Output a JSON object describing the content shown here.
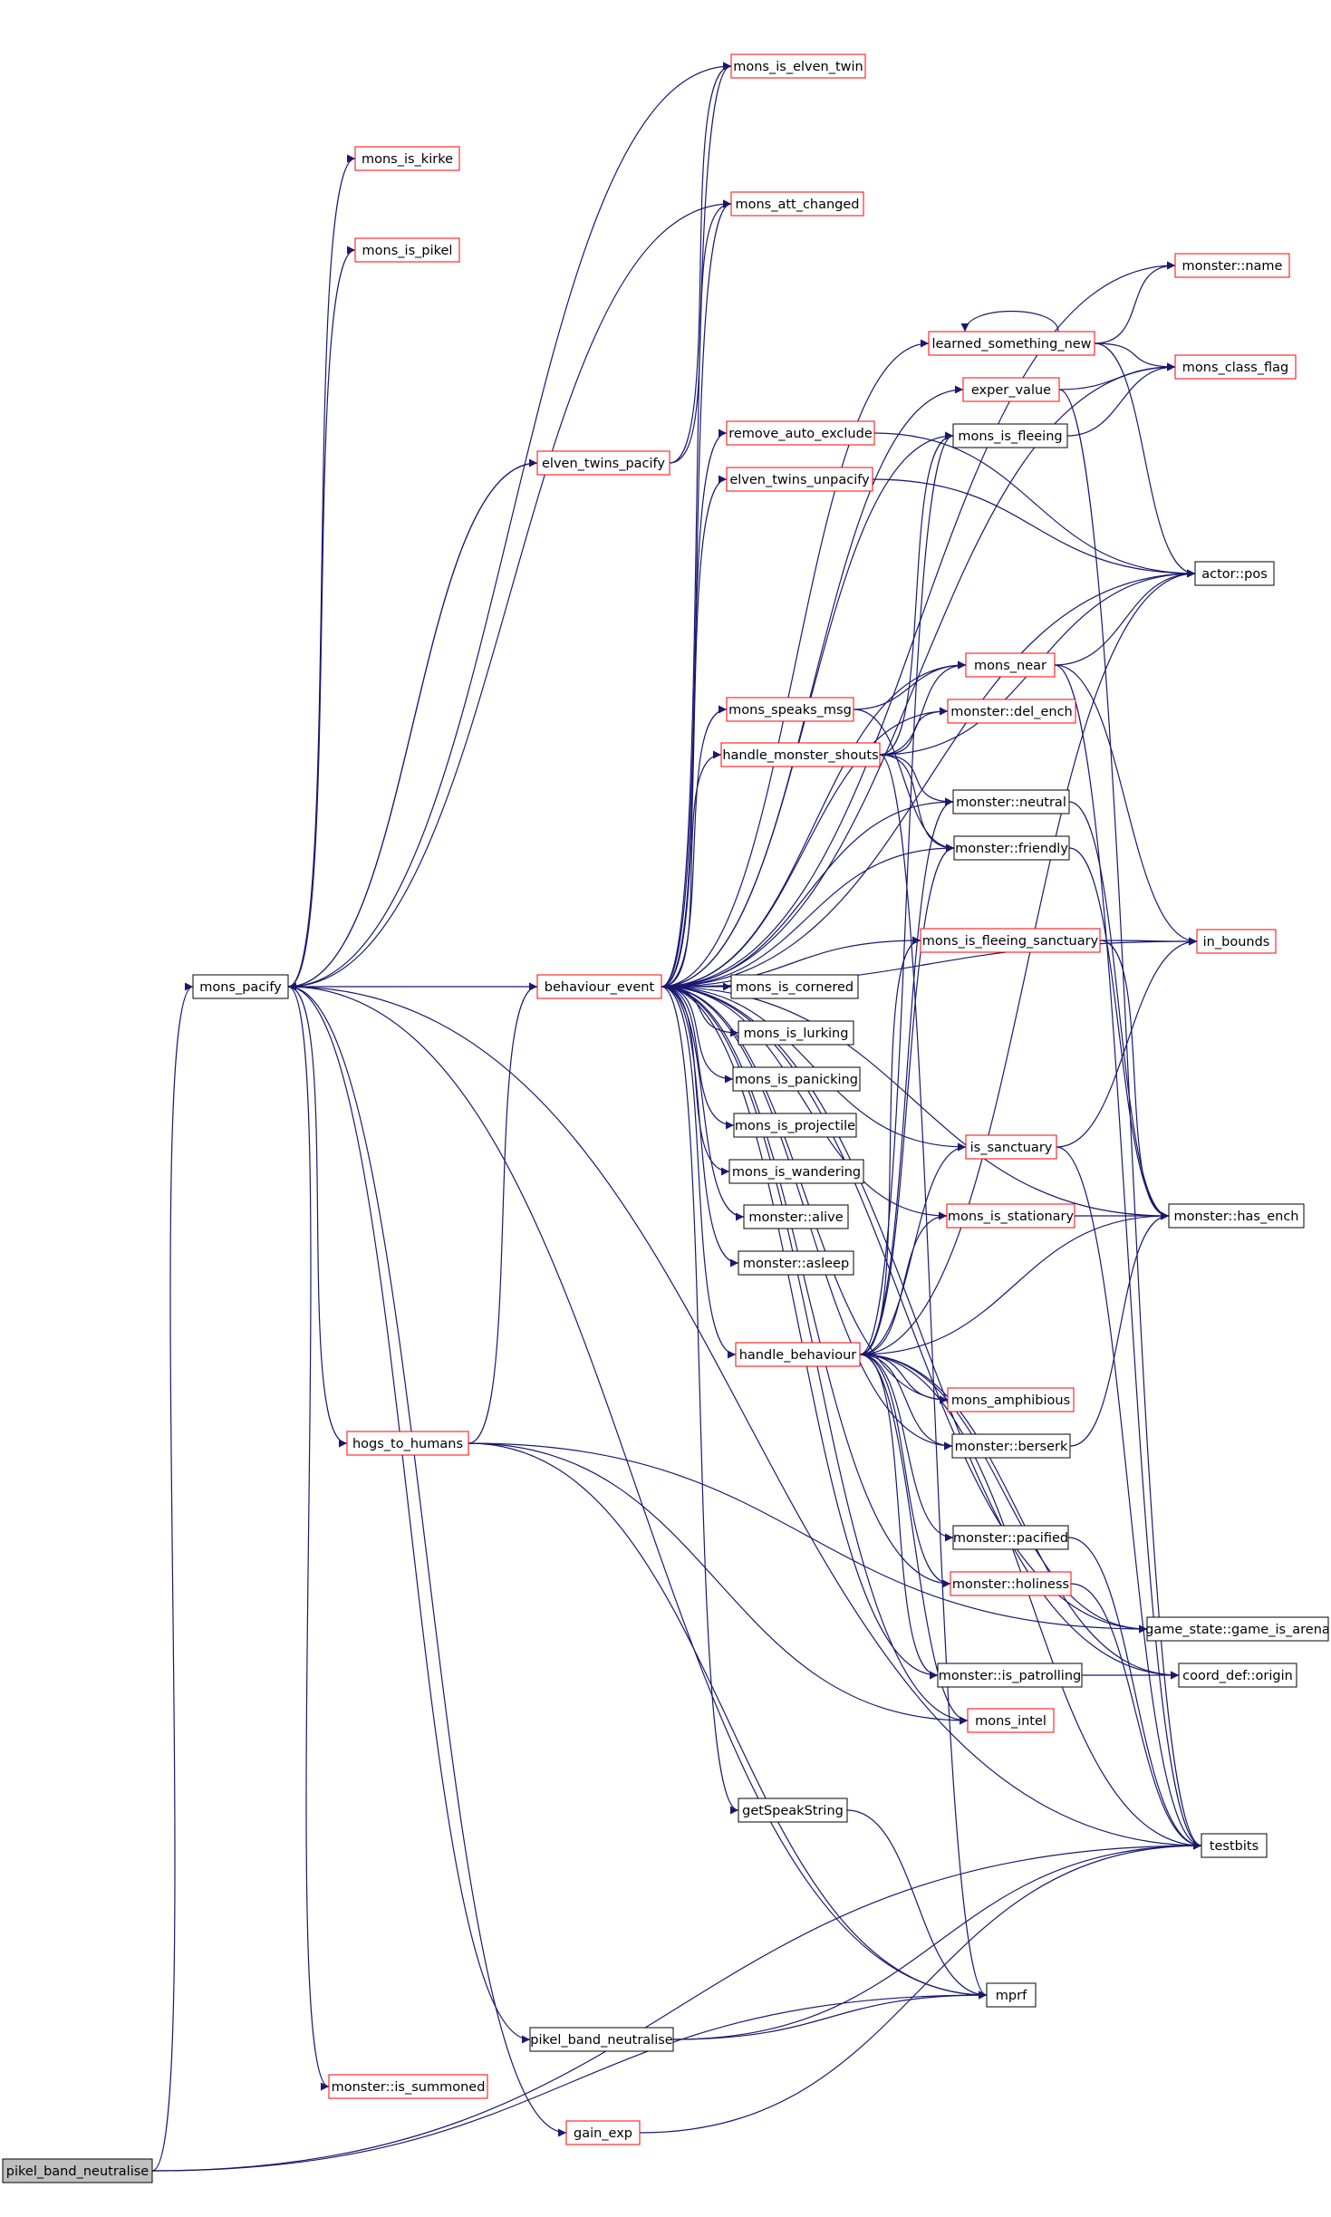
{
  "colors": {
    "edge": "#191970",
    "border_linked": "#ff0000",
    "border_plain": "#000000",
    "root_fill": "#bfbfbf",
    "text": "#000000"
  },
  "nodes": {
    "root": {
      "label": "pikel_band_neutralise",
      "border": "plain",
      "root": true
    },
    "mons_pacify": {
      "label": "mons_pacify",
      "border": "plain"
    },
    "mons_is_kirke": {
      "label": "mons_is_kirke",
      "border": "linked"
    },
    "mons_is_pikel": {
      "label": "mons_is_pikel",
      "border": "linked"
    },
    "elven_twins_pacify": {
      "label": "elven_twins_pacify",
      "border": "linked"
    },
    "behaviour_event": {
      "label": "behaviour_event",
      "border": "linked"
    },
    "hogs_to_humans": {
      "label": "hogs_to_humans",
      "border": "linked"
    },
    "pikel_band_neutralise2": {
      "label": "pikel_band_neutralise",
      "border": "plain"
    },
    "monster_is_summoned": {
      "label": "monster::is_summoned",
      "border": "linked"
    },
    "gain_exp": {
      "label": "gain_exp",
      "border": "linked"
    },
    "mons_is_elven_twin": {
      "label": "mons_is_elven_twin",
      "border": "linked"
    },
    "mons_att_changed": {
      "label": "mons_att_changed",
      "border": "linked"
    },
    "remove_auto_exclude": {
      "label": "remove_auto_exclude",
      "border": "linked"
    },
    "elven_twins_unpacify": {
      "label": "elven_twins_unpacify",
      "border": "linked"
    },
    "mons_speaks_msg": {
      "label": "mons_speaks_msg",
      "border": "linked"
    },
    "handle_monster_shouts": {
      "label": "handle_monster_shouts",
      "border": "linked"
    },
    "mons_is_cornered": {
      "label": "mons_is_cornered",
      "border": "plain"
    },
    "mons_is_lurking": {
      "label": "mons_is_lurking",
      "border": "plain"
    },
    "mons_is_panicking": {
      "label": "mons_is_panicking",
      "border": "plain"
    },
    "mons_is_projectile": {
      "label": "mons_is_projectile",
      "border": "plain"
    },
    "mons_is_wandering": {
      "label": "mons_is_wandering",
      "border": "plain"
    },
    "monster_alive": {
      "label": "monster::alive",
      "border": "plain"
    },
    "monster_asleep": {
      "label": "monster::asleep",
      "border": "plain"
    },
    "handle_behaviour": {
      "label": "handle_behaviour",
      "border": "linked"
    },
    "getSpeakString": {
      "label": "getSpeakString",
      "border": "plain"
    },
    "learned_something_new": {
      "label": "learned_something_new",
      "border": "linked"
    },
    "exper_value": {
      "label": "exper_value",
      "border": "linked"
    },
    "mons_is_fleeing": {
      "label": "mons_is_fleeing",
      "border": "plain"
    },
    "mons_near": {
      "label": "mons_near",
      "border": "linked"
    },
    "monster_del_ench": {
      "label": "monster::del_ench",
      "border": "linked"
    },
    "monster_neutral": {
      "label": "monster::neutral",
      "border": "plain"
    },
    "monster_friendly": {
      "label": "monster::friendly",
      "border": "plain"
    },
    "mons_is_fleeing_sanctuary": {
      "label": "mons_is_fleeing_sanctuary",
      "border": "linked"
    },
    "is_sanctuary": {
      "label": "is_sanctuary",
      "border": "linked"
    },
    "mons_is_stationary": {
      "label": "mons_is_stationary",
      "border": "linked"
    },
    "mons_amphibious": {
      "label": "mons_amphibious",
      "border": "linked"
    },
    "monster_berserk": {
      "label": "monster::berserk",
      "border": "plain"
    },
    "monster_pacified": {
      "label": "monster::pacified",
      "border": "plain"
    },
    "monster_holiness": {
      "label": "monster::holiness",
      "border": "linked"
    },
    "monster_is_patrolling": {
      "label": "monster::is_patrolling",
      "border": "plain"
    },
    "mons_intel": {
      "label": "mons_intel",
      "border": "linked"
    },
    "mprf": {
      "label": "mprf",
      "border": "plain"
    },
    "monster_name": {
      "label": "monster::name",
      "border": "linked"
    },
    "mons_class_flag": {
      "label": "mons_class_flag",
      "border": "linked"
    },
    "actor_pos": {
      "label": "actor::pos",
      "border": "plain"
    },
    "in_bounds": {
      "label": "in_bounds",
      "border": "linked"
    },
    "monster_has_ench": {
      "label": "monster::has_ench",
      "border": "plain"
    },
    "game_state_game_is_arena": {
      "label": "game_state::game_is_arena",
      "border": "plain"
    },
    "coord_def_origin": {
      "label": "coord_def::origin",
      "border": "plain"
    },
    "testbits": {
      "label": "testbits",
      "border": "plain"
    }
  },
  "edges": [
    [
      "root",
      "mons_pacify"
    ],
    [
      "root",
      "testbits"
    ],
    [
      "root",
      "mprf"
    ],
    [
      "mons_pacify",
      "mons_is_kirke"
    ],
    [
      "mons_pacify",
      "mons_is_pikel"
    ],
    [
      "mons_pacify",
      "elven_twins_pacify"
    ],
    [
      "mons_pacify",
      "behaviour_event"
    ],
    [
      "mons_pacify",
      "hogs_to_humans"
    ],
    [
      "mons_pacify",
      "pikel_band_neutralise2"
    ],
    [
      "mons_pacify",
      "monster_is_summoned"
    ],
    [
      "mons_pacify",
      "gain_exp"
    ],
    [
      "mons_pacify",
      "mons_is_elven_twin"
    ],
    [
      "mons_pacify",
      "mons_att_changed"
    ],
    [
      "mons_pacify",
      "mprf"
    ],
    [
      "mons_pacify",
      "testbits"
    ],
    [
      "elven_twins_pacify",
      "mons_pacify"
    ],
    [
      "elven_twins_pacify",
      "mons_is_elven_twin"
    ],
    [
      "elven_twins_pacify",
      "mons_att_changed"
    ],
    [
      "hogs_to_humans",
      "behaviour_event"
    ],
    [
      "hogs_to_humans",
      "mons_intel"
    ],
    [
      "hogs_to_humans",
      "mprf"
    ],
    [
      "hogs_to_humans",
      "game_state_game_is_arena"
    ],
    [
      "pikel_band_neutralise2",
      "mprf"
    ],
    [
      "pikel_band_neutralise2",
      "testbits"
    ],
    [
      "gain_exp",
      "testbits"
    ],
    [
      "behaviour_event",
      "mons_is_elven_twin"
    ],
    [
      "behaviour_event",
      "mons_att_changed"
    ],
    [
      "behaviour_event",
      "remove_auto_exclude"
    ],
    [
      "behaviour_event",
      "elven_twins_unpacify"
    ],
    [
      "behaviour_event",
      "mons_speaks_msg"
    ],
    [
      "behaviour_event",
      "handle_monster_shouts"
    ],
    [
      "behaviour_event",
      "mons_is_cornered"
    ],
    [
      "behaviour_event",
      "mons_is_lurking"
    ],
    [
      "behaviour_event",
      "mons_is_panicking"
    ],
    [
      "behaviour_event",
      "mons_is_projectile"
    ],
    [
      "behaviour_event",
      "mons_is_wandering"
    ],
    [
      "behaviour_event",
      "monster_alive"
    ],
    [
      "behaviour_event",
      "monster_asleep"
    ],
    [
      "behaviour_event",
      "handle_behaviour"
    ],
    [
      "behaviour_event",
      "getSpeakString"
    ],
    [
      "behaviour_event",
      "monster_name"
    ],
    [
      "behaviour_event",
      "learned_something_new"
    ],
    [
      "behaviour_event",
      "mons_class_flag"
    ],
    [
      "behaviour_event",
      "mons_is_fleeing"
    ],
    [
      "behaviour_event",
      "actor_pos"
    ],
    [
      "behaviour_event",
      "mons_near"
    ],
    [
      "behaviour_event",
      "monster_del_ench"
    ],
    [
      "behaviour_event",
      "monster_neutral"
    ],
    [
      "behaviour_event",
      "monster_friendly"
    ],
    [
      "behaviour_event",
      "mons_is_fleeing_sanctuary"
    ],
    [
      "behaviour_event",
      "in_bounds"
    ],
    [
      "behaviour_event",
      "is_sanctuary"
    ],
    [
      "behaviour_event",
      "mons_is_stationary"
    ],
    [
      "behaviour_event",
      "mons_amphibious"
    ],
    [
      "behaviour_event",
      "monster_berserk"
    ],
    [
      "behaviour_event",
      "monster_has_ench"
    ],
    [
      "behaviour_event",
      "monster_holiness"
    ],
    [
      "behaviour_event",
      "game_state_game_is_arena"
    ],
    [
      "behaviour_event",
      "monster_is_patrolling"
    ],
    [
      "behaviour_event",
      "mons_intel"
    ],
    [
      "behaviour_event",
      "coord_def_origin"
    ],
    [
      "behaviour_event",
      "exper_value"
    ],
    [
      "remove_auto_exclude",
      "actor_pos"
    ],
    [
      "elven_twins_unpacify",
      "actor_pos"
    ],
    [
      "mons_speaks_msg",
      "mons_near"
    ],
    [
      "mons_speaks_msg",
      "monster_friendly"
    ],
    [
      "handle_monster_shouts",
      "mons_near"
    ],
    [
      "handle_monster_shouts",
      "monster_del_ench"
    ],
    [
      "handle_monster_shouts",
      "monster_neutral"
    ],
    [
      "handle_monster_shouts",
      "monster_friendly"
    ],
    [
      "handle_monster_shouts",
      "actor_pos"
    ],
    [
      "handle_monster_shouts",
      "mprf"
    ],
    [
      "handle_monster_shouts",
      "mons_is_fleeing"
    ],
    [
      "handle_behaviour",
      "mons_is_fleeing"
    ],
    [
      "handle_behaviour",
      "mons_is_fleeing_sanctuary"
    ],
    [
      "handle_behaviour",
      "is_sanctuary"
    ],
    [
      "handle_behaviour",
      "mons_is_stationary"
    ],
    [
      "handle_behaviour",
      "mons_amphibious"
    ],
    [
      "handle_behaviour",
      "monster_berserk"
    ],
    [
      "handle_behaviour",
      "monster_pacified"
    ],
    [
      "handle_behaviour",
      "monster_holiness"
    ],
    [
      "handle_behaviour",
      "monster_is_patrolling"
    ],
    [
      "handle_behaviour",
      "mons_intel"
    ],
    [
      "handle_behaviour",
      "monster_has_ench"
    ],
    [
      "handle_behaviour",
      "actor_pos"
    ],
    [
      "handle_behaviour",
      "monster_neutral"
    ],
    [
      "handle_behaviour",
      "monster_friendly"
    ],
    [
      "handle_behaviour",
      "game_state_game_is_arena"
    ],
    [
      "handle_behaviour",
      "testbits"
    ],
    [
      "handle_behaviour",
      "coord_def_origin"
    ],
    [
      "getSpeakString",
      "mprf"
    ],
    [
      "learned_something_new",
      "learned_something_new"
    ],
    [
      "learned_something_new",
      "monster_name"
    ],
    [
      "learned_something_new",
      "mons_class_flag"
    ],
    [
      "learned_something_new",
      "actor_pos"
    ],
    [
      "exper_value",
      "mons_class_flag"
    ],
    [
      "exper_value",
      "testbits"
    ],
    [
      "mons_is_fleeing",
      "mons_class_flag"
    ],
    [
      "mons_near",
      "actor_pos"
    ],
    [
      "mons_near",
      "in_bounds"
    ],
    [
      "mons_near",
      "testbits"
    ],
    [
      "monster_neutral",
      "monster_has_ench"
    ],
    [
      "monster_friendly",
      "monster_has_ench"
    ],
    [
      "mons_is_fleeing_sanctuary",
      "in_bounds"
    ],
    [
      "mons_is_fleeing_sanctuary",
      "monster_has_ench"
    ],
    [
      "is_sanctuary",
      "in_bounds"
    ],
    [
      "is_sanctuary",
      "testbits"
    ],
    [
      "mons_is_stationary",
      "monster_has_ench"
    ],
    [
      "monster_berserk",
      "monster_has_ench"
    ],
    [
      "monster_pacified",
      "testbits"
    ],
    [
      "monster_holiness",
      "testbits"
    ],
    [
      "monster_is_patrolling",
      "coord_def_origin"
    ]
  ]
}
